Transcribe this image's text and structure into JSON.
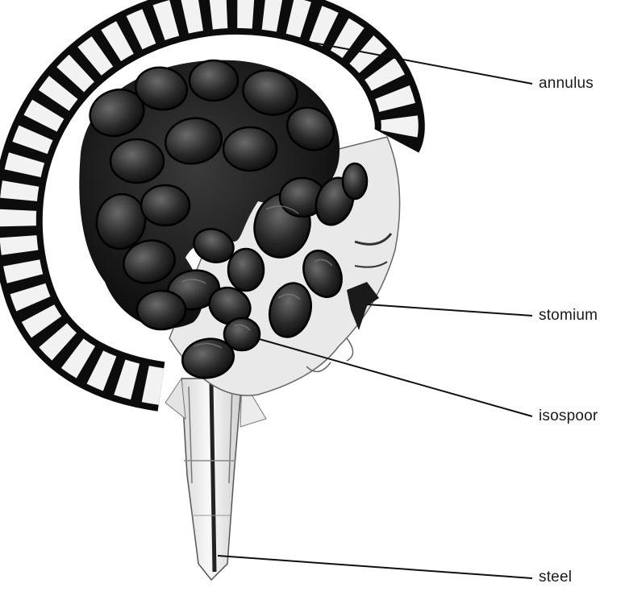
{
  "labels": {
    "annulus": "annulus",
    "stomium": "stomium",
    "isospoor": "isospoor",
    "steel": "steel"
  }
}
